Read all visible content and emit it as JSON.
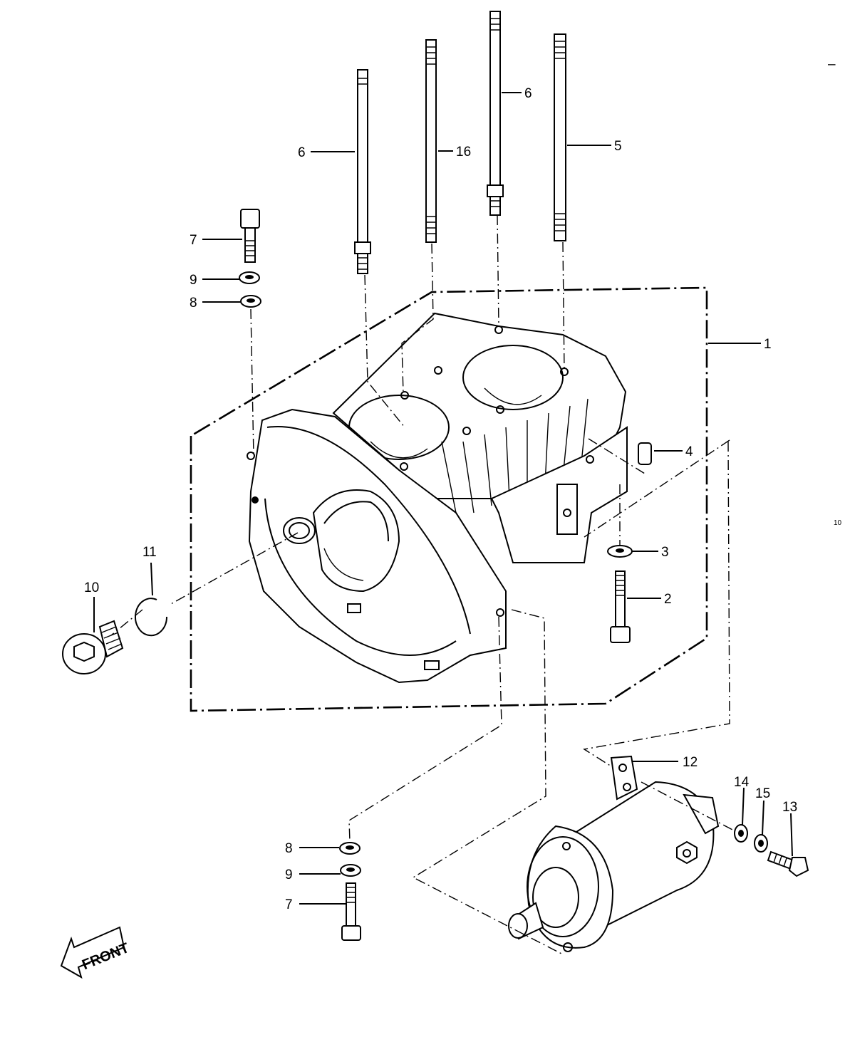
{
  "labels": {
    "p1": "1",
    "p2": "2",
    "p3": "3",
    "p4": "4",
    "p5": "5",
    "p6a": "6",
    "p6b": "6",
    "p7a": "7",
    "p7b": "7",
    "p8a": "8",
    "p8b": "8",
    "p9a": "9",
    "p9b": "9",
    "p10": "10",
    "p11": "11",
    "p12": "12",
    "p13": "13",
    "p14": "14",
    "p15": "15",
    "p16": "16"
  },
  "front_arrow": "FRONT",
  "page_mark": "10",
  "edge_mark": "–"
}
